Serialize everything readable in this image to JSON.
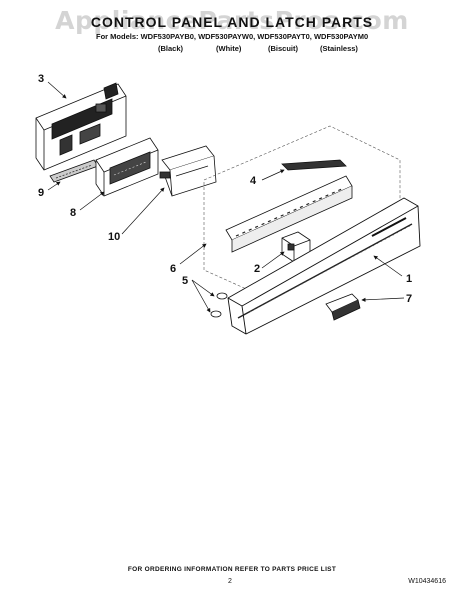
{
  "watermark": "AppliancePartsPros.com",
  "title": "CONTROL PANEL AND LATCH PARTS",
  "models_line": "For Models: WDF530PAYB0, WDF530PAYW0, WDF530PAYT0, WDF530PAYM0",
  "variants": [
    "(Black)",
    "(White)",
    "(Biscuit)",
    "(Stainless)"
  ],
  "callouts": [
    "1",
    "2",
    "3",
    "4",
    "5",
    "6",
    "7",
    "8",
    "9",
    "10"
  ],
  "footer": {
    "note": "FOR ORDERING INFORMATION REFER TO PARTS PRICE LIST",
    "page": "2",
    "doc_number": "W10434616"
  }
}
